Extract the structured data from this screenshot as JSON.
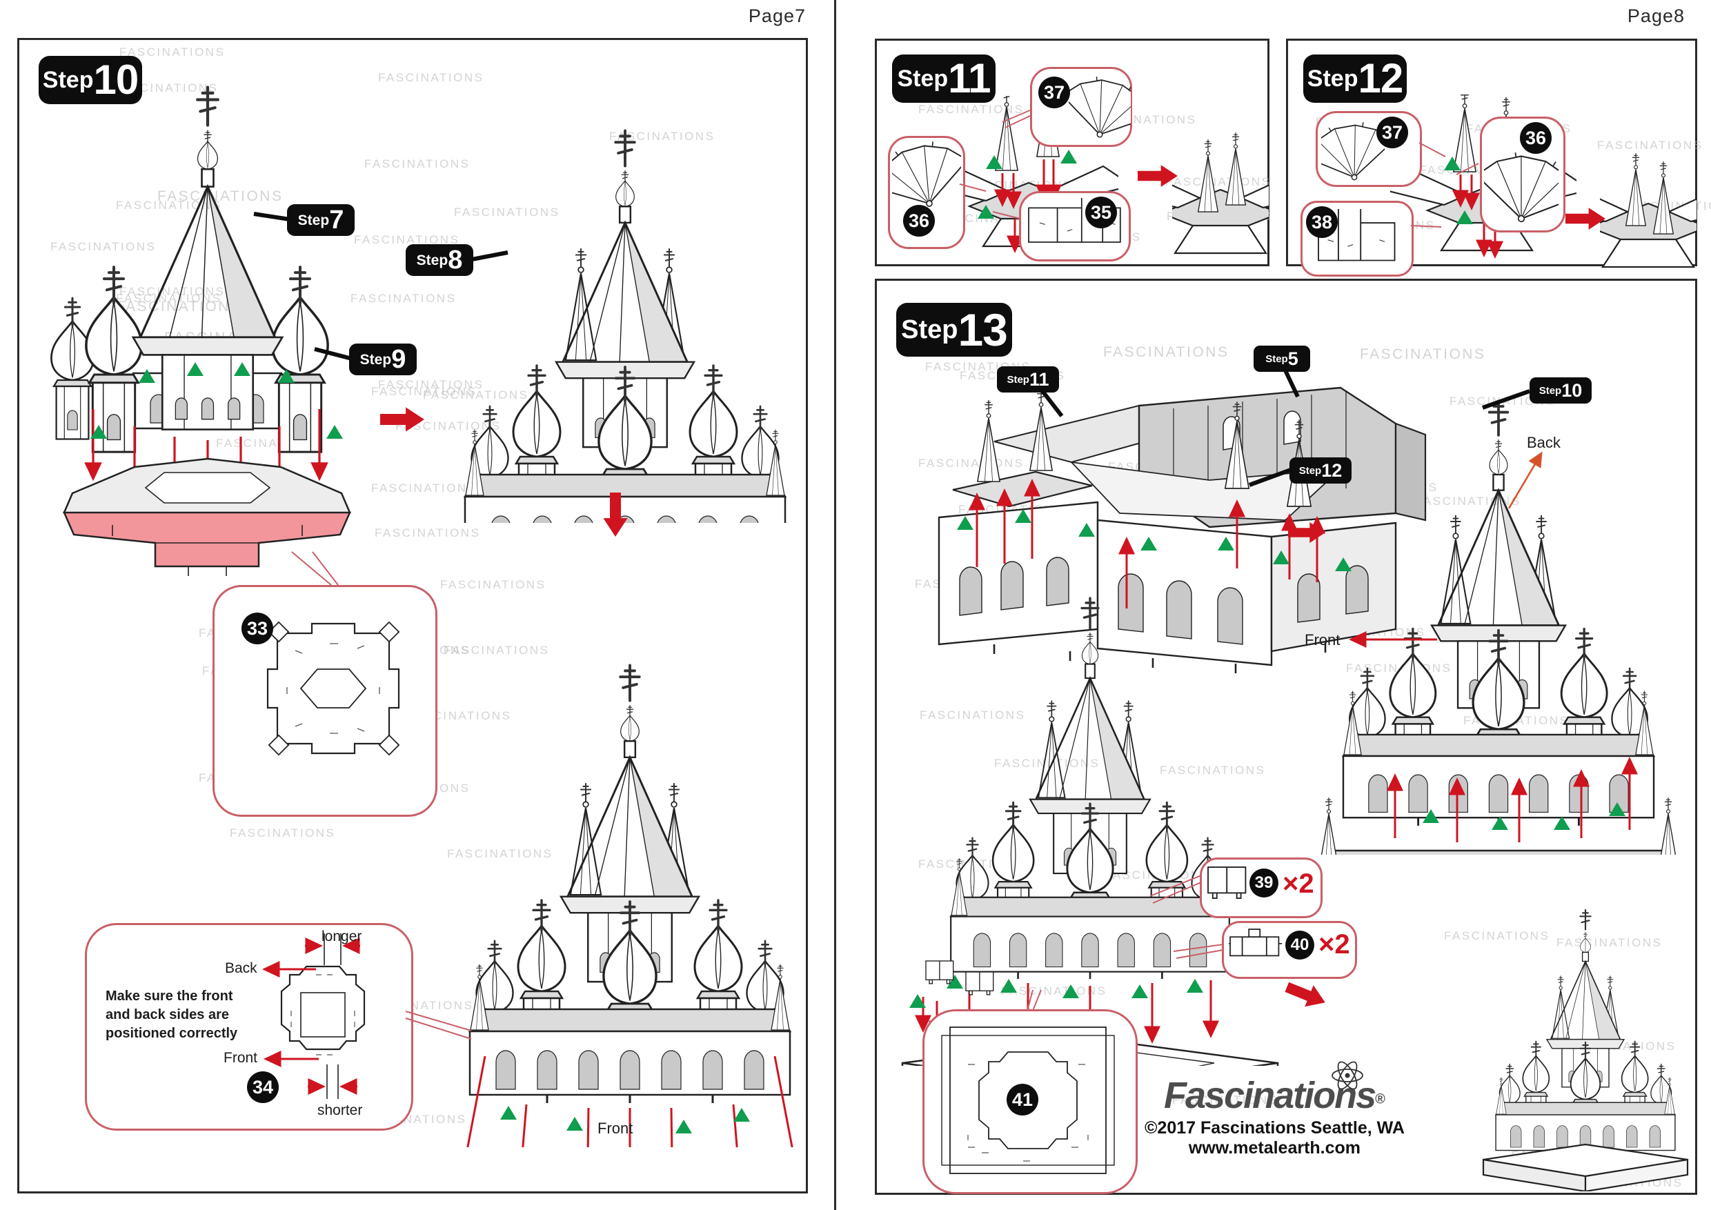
{
  "watermark": "FASCINATIONS",
  "colors": {
    "arrow_red": "#cf1420",
    "callout_red": "#c95f67",
    "highlight_pink": "#f2969c",
    "triangle_green": "#0f9d4f",
    "badge_black": "#0d0d0d",
    "back_arrow_orange": "#d4552a"
  },
  "p7": {
    "header": "Page7",
    "step_badge": {
      "word": "Step",
      "num": "10"
    },
    "ref7": {
      "word": "Step",
      "num": "7"
    },
    "ref8": {
      "word": "Step",
      "num": "8"
    },
    "ref9": {
      "word": "Step",
      "num": "9"
    },
    "part33": "33",
    "part34": "34",
    "note": {
      "line1": "Make sure the front",
      "line2": "and back sides are",
      "line3": "positioned correctly"
    },
    "labels": {
      "longer": "longer",
      "shorter": "shorter",
      "back": "Back",
      "front": "Front",
      "front_bottom": "Front"
    }
  },
  "p8": {
    "header": "Page8",
    "s11": {
      "badge": {
        "word": "Step",
        "num": "11"
      },
      "part36": "36",
      "part37": "37",
      "part35": "35"
    },
    "s12": {
      "badge": {
        "word": "Step",
        "num": "12"
      },
      "part37": "37",
      "part36": "36",
      "part38": "38"
    },
    "s13": {
      "badge": {
        "word": "Step",
        "num": "13"
      },
      "ref11": {
        "word": "Step",
        "num": "11"
      },
      "ref5": {
        "word": "Step",
        "num": "5"
      },
      "ref12": {
        "word": "Step",
        "num": "12"
      },
      "ref10": {
        "word": "Step",
        "num": "10"
      },
      "back": "Back",
      "front": "Front",
      "part39": "39",
      "qty39": "×2",
      "part40": "40",
      "qty40": "×2",
      "part41": "41",
      "logo": {
        "brand": "Fascinations",
        "reg": "®",
        "copyright": "©2017 Fascinations Seattle, WA",
        "website": "www.metalearth.com"
      }
    }
  }
}
